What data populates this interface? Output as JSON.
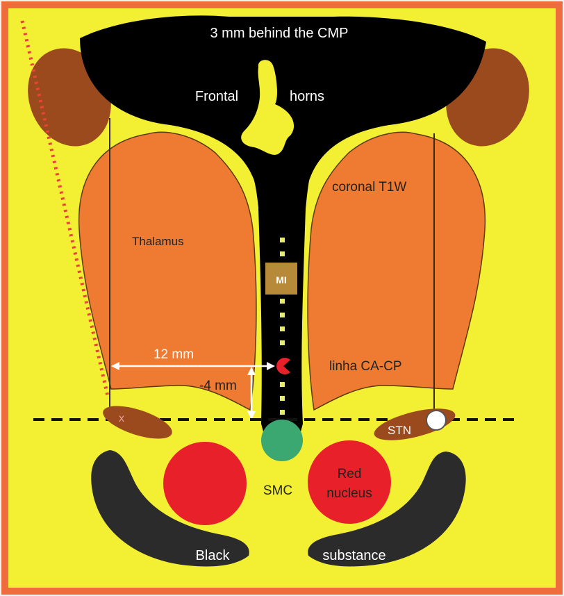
{
  "labels": {
    "title": "3 mm behind the CMP",
    "frontal": "Frontal",
    "horns": "horns",
    "coronal": "coronal T1W",
    "thalamus": "Thalamus",
    "mi": "MI",
    "dist_12": "12 mm",
    "dist_4": "-4 mm",
    "linha": "linha CA-CP",
    "stn": "STN",
    "smc": "SMC",
    "red": "Red",
    "nucleus": "nucleus",
    "black": "Black",
    "substance": "substance",
    "x_mark": "x"
  },
  "colors": {
    "frame": "#ef6c3c",
    "background": "#f3ef32",
    "thalamus": "#ef7b32",
    "ventricle": "#000000",
    "caudate": "#9a4a1c",
    "stn": "#9a4a1c",
    "mi_box": "#b78a3a",
    "smc": "#3aa870",
    "red_nucleus": "#e8202a",
    "substantia_nigra": "#2b2b2b",
    "trajectory_dots": "#e8453a"
  }
}
